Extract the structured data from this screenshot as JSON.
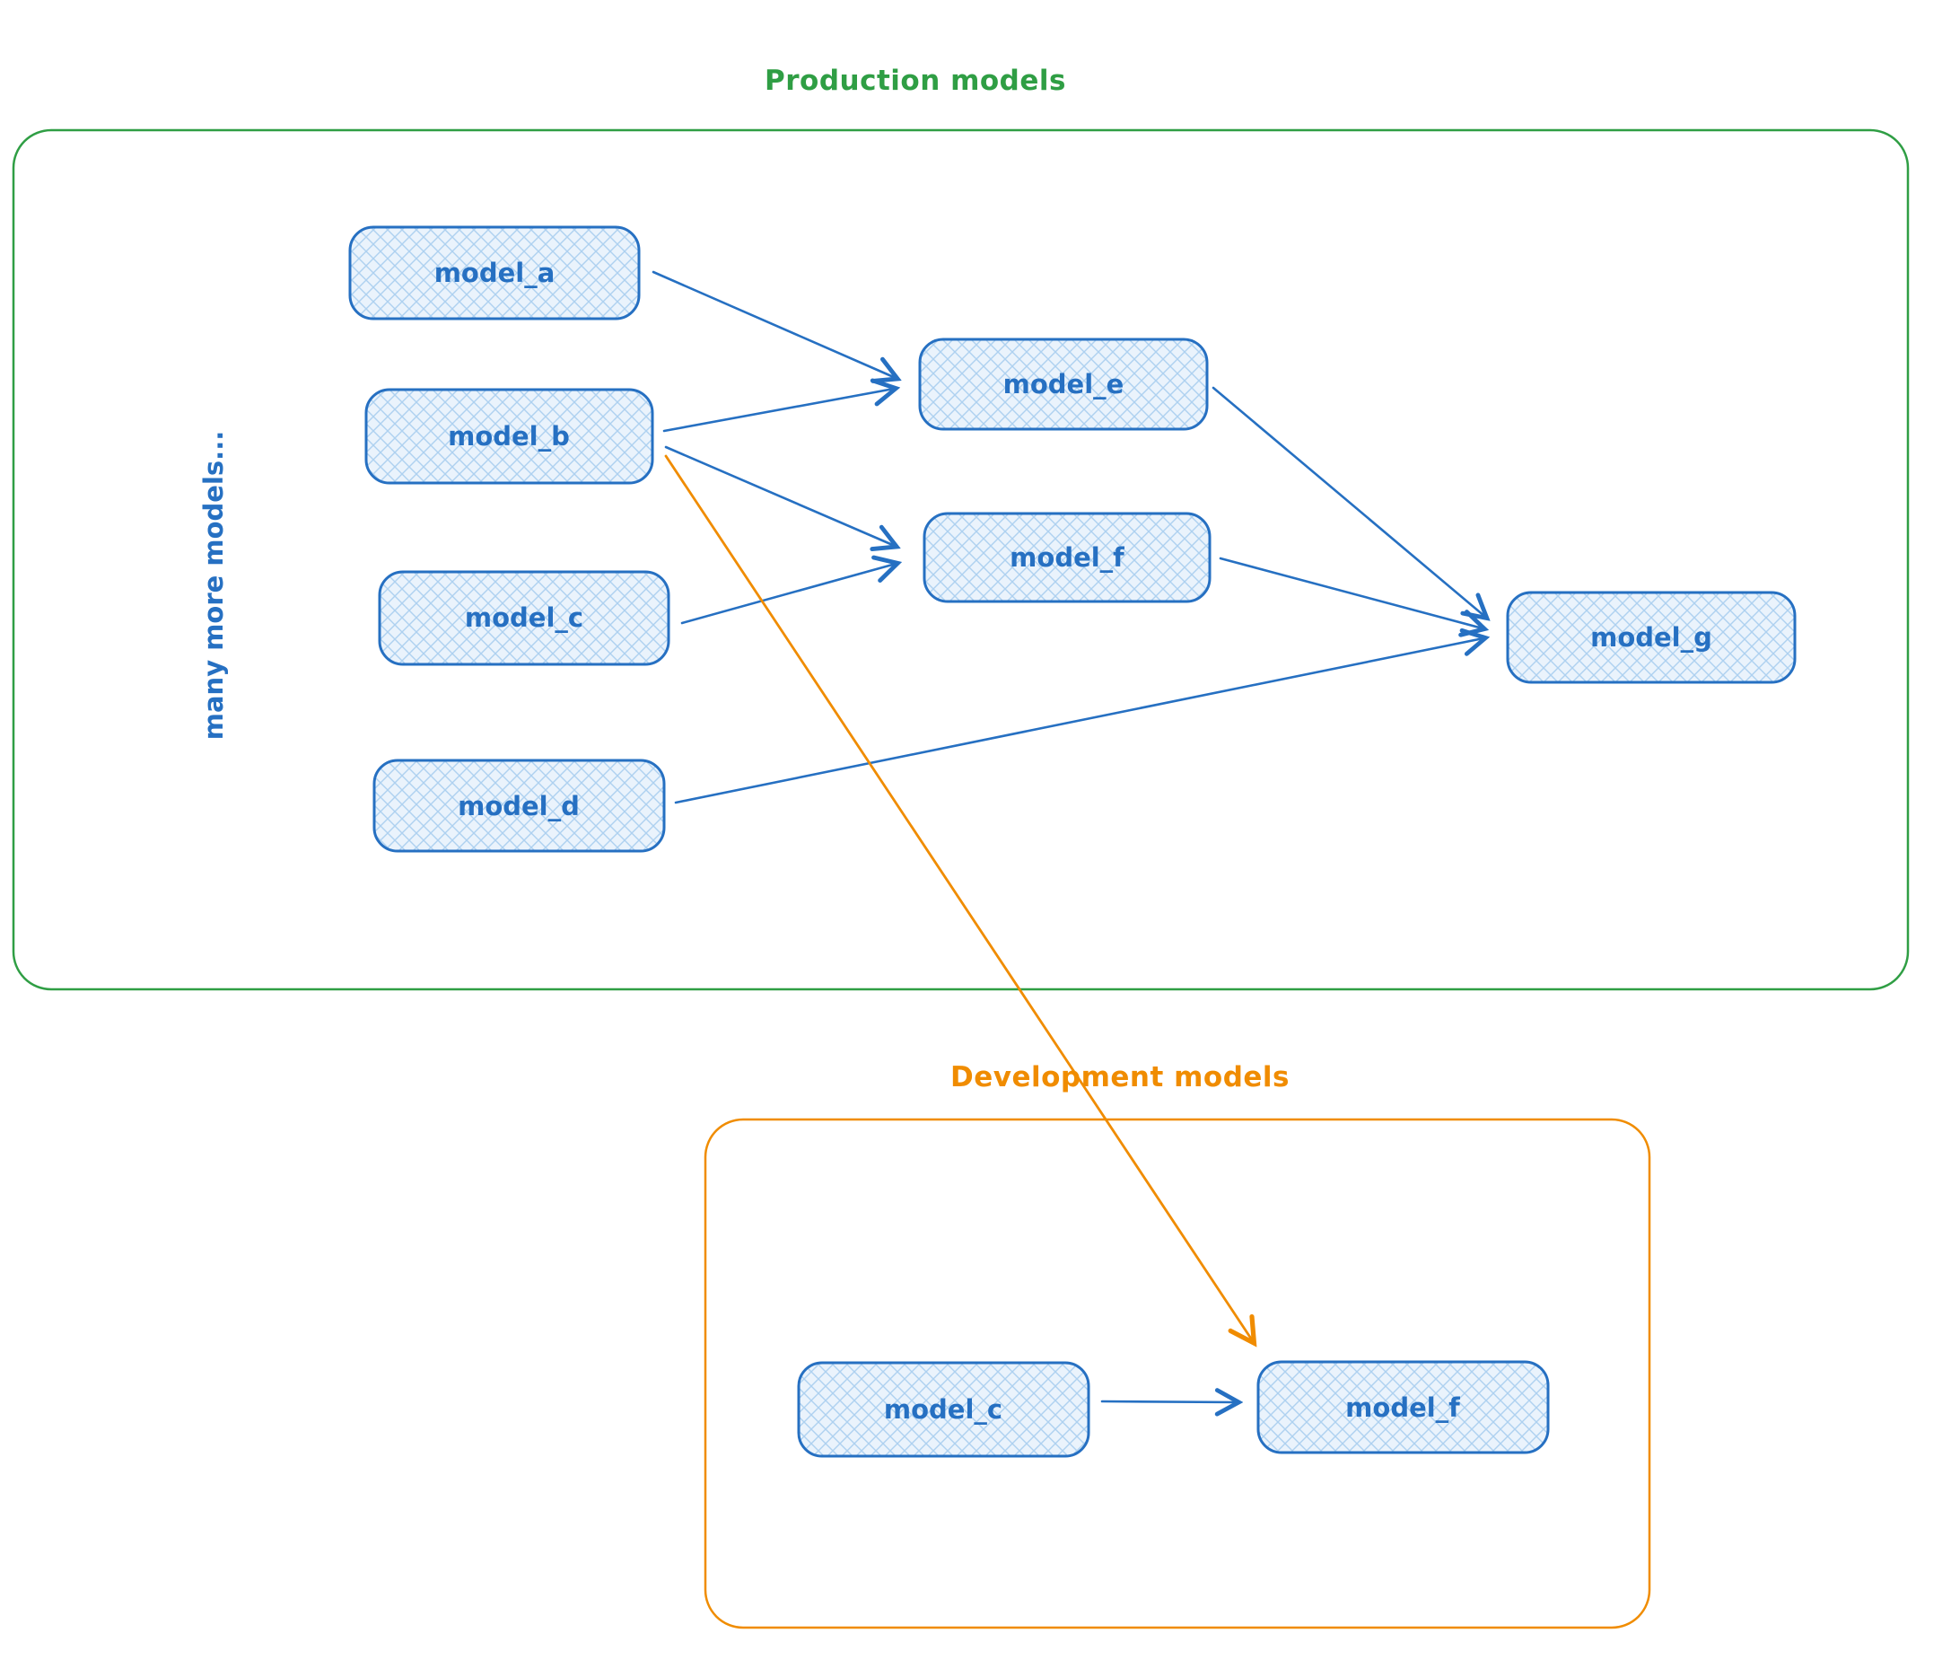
{
  "diagram_titles": {
    "production": "Production models",
    "development": "Development models"
  },
  "annotation": {
    "side_note": "many more models..."
  },
  "nodes": {
    "prod_a": {
      "label": "model_a"
    },
    "prod_b": {
      "label": "model_b"
    },
    "prod_c": {
      "label": "model_c"
    },
    "prod_d": {
      "label": "model_d"
    },
    "prod_e": {
      "label": "model_e"
    },
    "prod_f": {
      "label": "model_f"
    },
    "prod_g": {
      "label": "model_g"
    },
    "dev_c": {
      "label": "model_c"
    },
    "dev_f": {
      "label": "model_f"
    }
  },
  "edges": [
    {
      "from": "production.model_a",
      "to": "production.model_e",
      "color": "#2670c2"
    },
    {
      "from": "production.model_b",
      "to": "production.model_e",
      "color": "#2670c2"
    },
    {
      "from": "production.model_b",
      "to": "production.model_f",
      "color": "#2670c2"
    },
    {
      "from": "production.model_c",
      "to": "production.model_f",
      "color": "#2670c2"
    },
    {
      "from": "production.model_e",
      "to": "production.model_g",
      "color": "#2670c2"
    },
    {
      "from": "production.model_f",
      "to": "production.model_g",
      "color": "#2670c2"
    },
    {
      "from": "production.model_d",
      "to": "production.model_g",
      "color": "#2670c2"
    },
    {
      "from": "development.model_c",
      "to": "development.model_f",
      "color": "#2670c2"
    },
    {
      "from": "production.model_b",
      "to": "development.model_f",
      "color": "#f08c00"
    }
  ],
  "colors": {
    "node_stroke": "#2670c2",
    "node_fill_background": "#eaf3fc",
    "node_fill_crosshatch": "#aed1f0",
    "production_border": "#2f9e44",
    "development_border": "#f08c00",
    "edge_blue": "#2670c2",
    "edge_orange": "#f08c00"
  }
}
